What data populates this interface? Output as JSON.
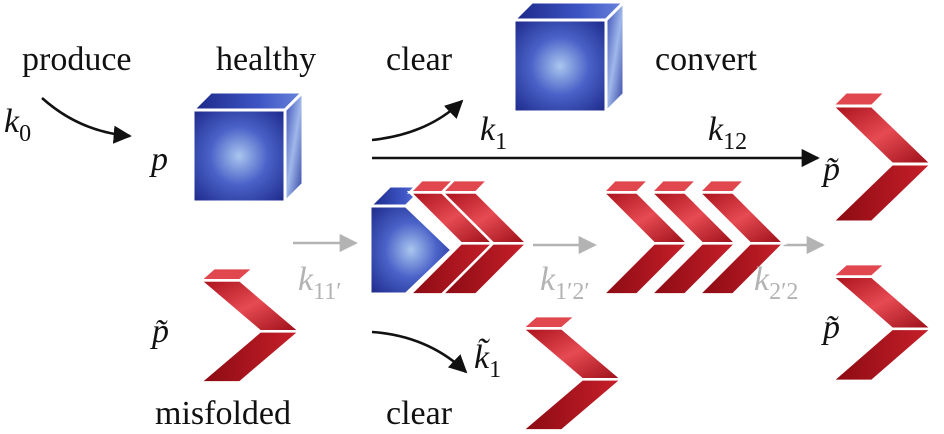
{
  "labels": {
    "produce": "produce",
    "healthy": "healthy",
    "clear_top": "clear",
    "convert": "convert",
    "misfolded": "misfolded",
    "clear_bottom": "clear"
  },
  "symbols": {
    "p": "p",
    "p_tilde": "p̃",
    "k": "k",
    "k_tilde": "k̃",
    "sub_0": "0",
    "sub_1": "1",
    "sub_12": "12",
    "sub_11p": "11′",
    "sub_1p2p": "1′2′",
    "sub_2p2": "2′2"
  },
  "colors": {
    "healthy_blue": "#2b3aa6",
    "misfolded_red": "#c8202a",
    "arrow_black": "#111111",
    "arrow_grey": "#b3b3b3"
  }
}
